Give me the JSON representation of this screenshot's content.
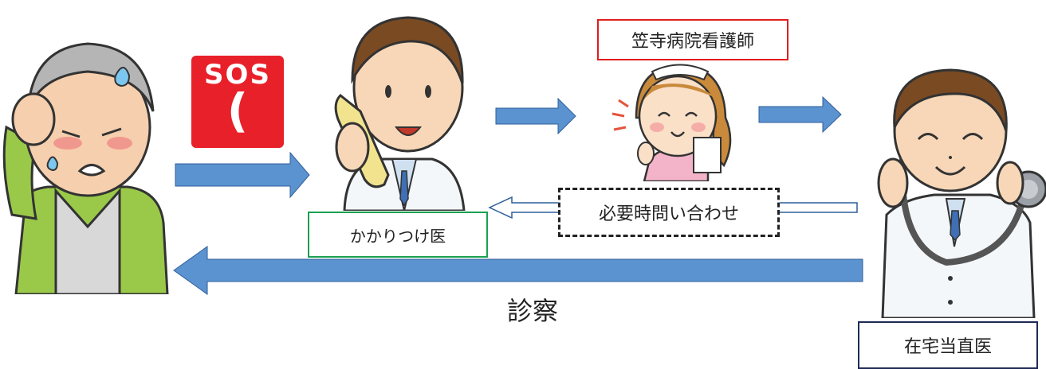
{
  "labels": {
    "nurse": "笠寺病院看護師",
    "family_doctor": "かかりつけ医",
    "inquiry": "必要時問い合わせ",
    "examination": "診察",
    "home_doctor": "在宅当直医"
  },
  "sos": {
    "text": "SOS",
    "phone_glyph": "("
  },
  "colors": {
    "arrow_fill": "#5b92d0",
    "arrow_stroke": "#2f5f9a",
    "nurse_border": "#e21d1d",
    "family_doctor_border": "#1aa050",
    "home_doctor_border": "#1f2a55",
    "sos_red": "#e8202a"
  },
  "icons": [
    "patient-illustration",
    "sos-phone-icon",
    "phone-doctor-illustration",
    "nurse-illustration",
    "stethoscope-doctor-illustration"
  ]
}
